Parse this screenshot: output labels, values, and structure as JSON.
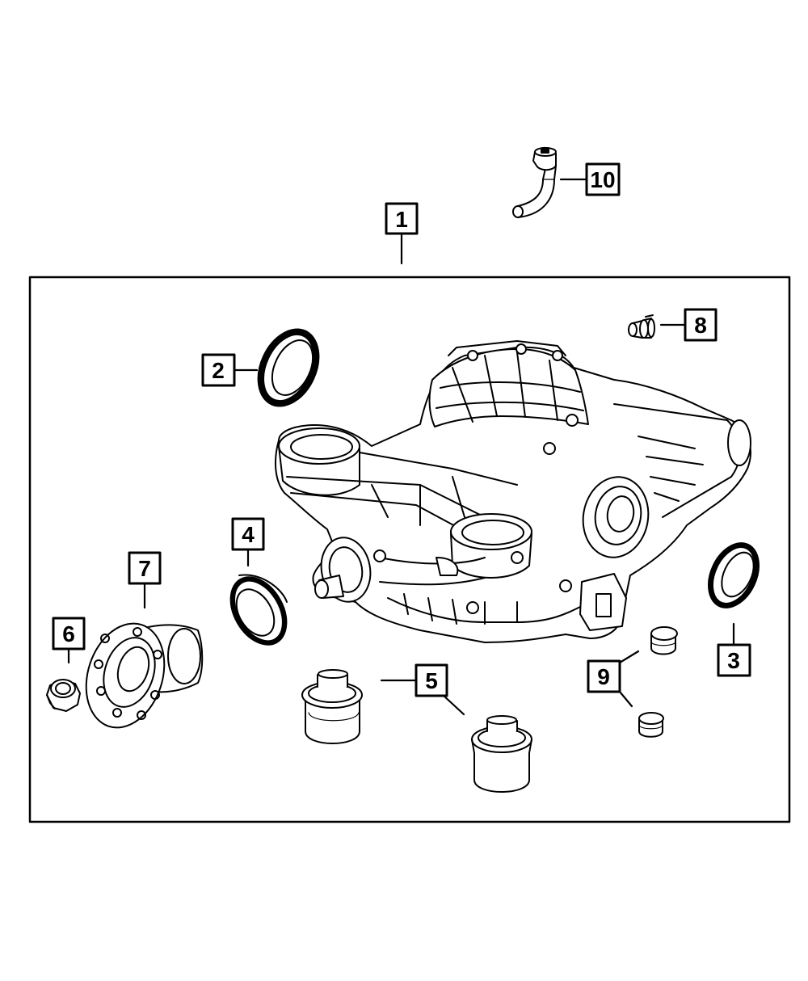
{
  "callouts": [
    {
      "id": "1",
      "label": "1"
    },
    {
      "id": "2",
      "label": "2"
    },
    {
      "id": "3",
      "label": "3"
    },
    {
      "id": "4",
      "label": "4"
    },
    {
      "id": "5",
      "label": "5"
    },
    {
      "id": "6",
      "label": "6"
    },
    {
      "id": "7",
      "label": "7"
    },
    {
      "id": "8",
      "label": "8"
    },
    {
      "id": "9",
      "label": "9"
    },
    {
      "id": "10",
      "label": "10"
    }
  ],
  "colors": {
    "ink": "#000000",
    "paper": "#ffffff",
    "shade": "#e6e6e6"
  }
}
